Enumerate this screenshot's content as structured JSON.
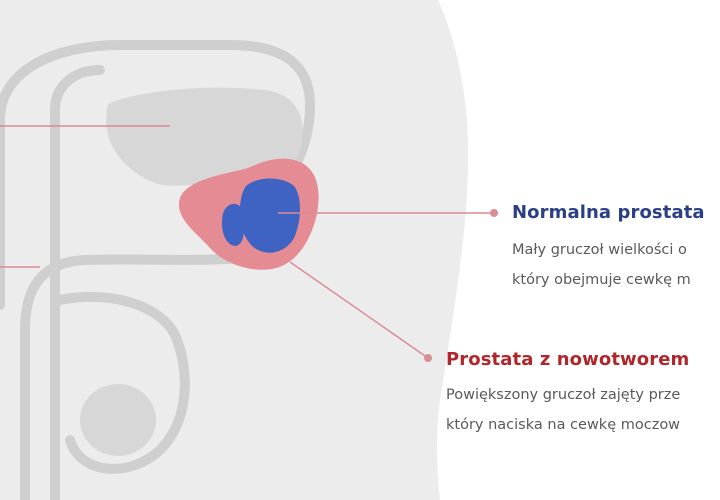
{
  "labels": {
    "normal": {
      "title": "Normalna prostata",
      "desc_line1": "Mały gruczoł wielkości o",
      "desc_line2": "który obejmuje cewkę m",
      "color": "#2b3f86"
    },
    "cancer": {
      "title": "Prostata z nowotworem",
      "desc_line1": "Powiększony gruczoł zajęty prze",
      "desc_line2": "który naciska na cewkę moczow",
      "color": "#b0262b"
    }
  },
  "colors": {
    "body": "#ececec",
    "organ": "#d7d7d7",
    "tract": "#cfcfcf",
    "normal_prostate": "#3f63c3",
    "cancer_prostate": "#e58b93",
    "leader_line": "#d98c94"
  }
}
